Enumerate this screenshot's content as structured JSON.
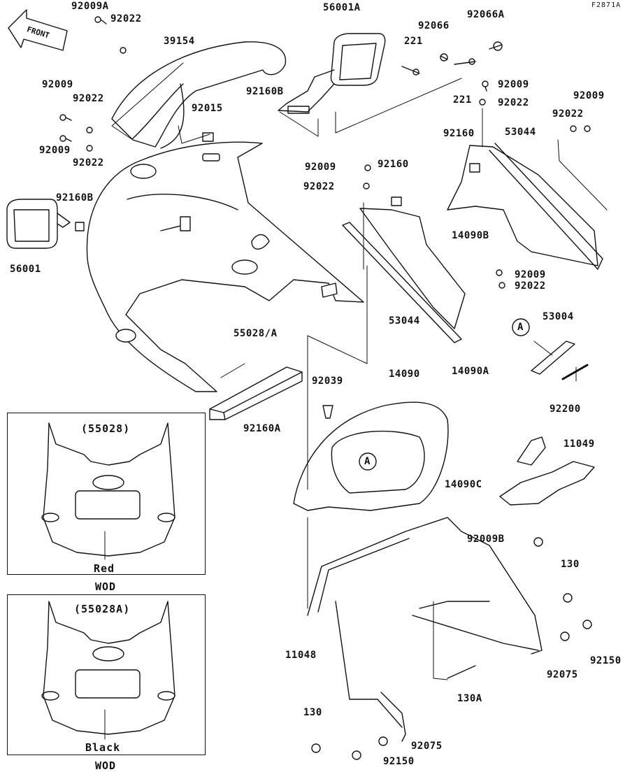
{
  "diagram": {
    "reference_code": "F2871A",
    "front_label": "FRONT",
    "parts": {
      "p92009A": "92009A",
      "p92022_top": "92022",
      "p39154": "39154",
      "p56001A": "56001A",
      "p221_top": "221",
      "p92066": "92066",
      "p92066A": "92066A",
      "p221_mid": "221",
      "p92009_r1": "92009",
      "p92022_r1": "92022",
      "p92009_r2": "92009",
      "p92022_r2": "92022",
      "p92009_l1": "92009",
      "p92022_l1": "92022",
      "p92015": "92015",
      "p92160B_top": "92160B",
      "p92009_l2": "92009",
      "p92022_l2": "92022",
      "p92160B_left": "92160B",
      "p56001": "56001",
      "p92160_r": "92160",
      "p53044_r": "53044",
      "p92009_m": "92009",
      "p92160_m": "92160",
      "p92022_m": "92022",
      "p14090B": "14090B",
      "p92009_r3": "92009",
      "p92022_r3": "92022",
      "p55028A": "55028/A",
      "p53044_m": "53044",
      "p14090A": "14090A",
      "p53004": "53004",
      "p92200": "92200",
      "p92160A": "92160A",
      "p92039": "92039",
      "p14090": "14090",
      "p11049": "11049",
      "p14090C": "14090C",
      "p92009B": "92009B",
      "p130_r": "130",
      "p92150_r": "92150",
      "p92075_r": "92075",
      "p11048": "11048",
      "p130A": "130A",
      "p130_b": "130",
      "p92075_b": "92075",
      "p92150_b": "92150",
      "callout_a": "A"
    },
    "variants": [
      {
        "code": "(55028)",
        "color": "Red",
        "note": "WOD"
      },
      {
        "code": "(55028A)",
        "color": "Black",
        "note": "WOD"
      }
    ]
  }
}
